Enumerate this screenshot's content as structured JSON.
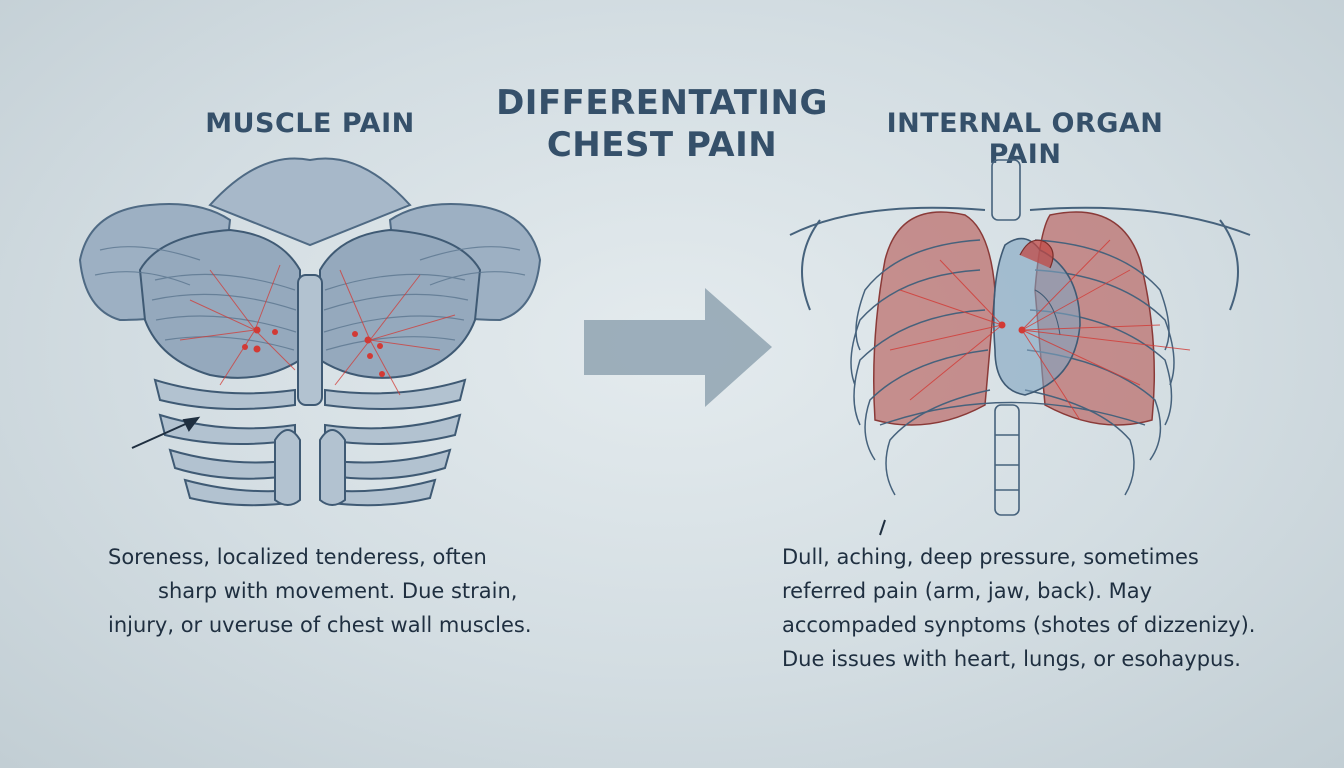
{
  "title": {
    "line1": "DIFFERENTATING",
    "line2": "CHEST PAIN"
  },
  "left": {
    "heading": "MUSCLE PAIN",
    "description": [
      "Soreness, localized tenderess, often",
      "sharp with movement. Due strain,",
      "injury, or uveruse of chest wall muscles."
    ]
  },
  "right": {
    "heading": "INTERNAL ORGAN PAIN",
    "description": [
      "Dull, aching, deep pressure, sometimes",
      "referred pain (arm, jaw, back). May",
      "accompaded synptoms (shotes of dizzenizy).",
      "Due issues with heart, lungs,  or  esohaypus."
    ]
  },
  "colors": {
    "pain_marker": "#d23a35",
    "arrow": "#8fa3b1",
    "lung": "#b9605c",
    "muscle": "#8ea4ba"
  }
}
